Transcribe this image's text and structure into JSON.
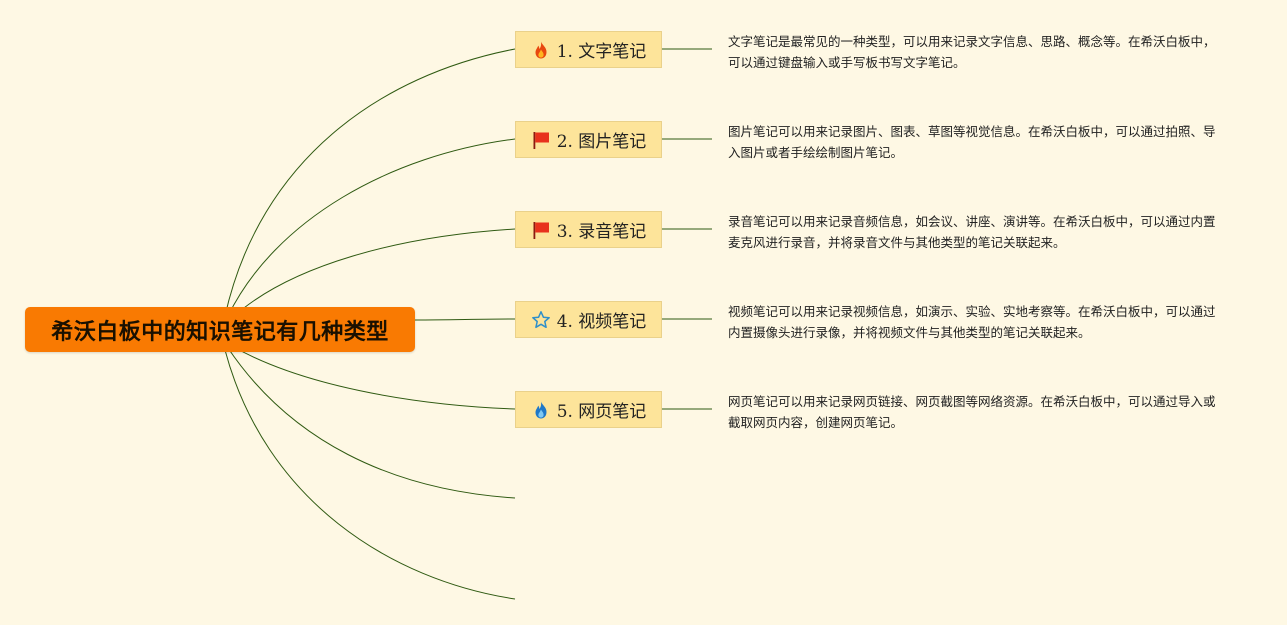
{
  "root": {
    "title": "希沃白板中的知识笔记有几种类型"
  },
  "topics": [
    {
      "label": "1. 文字笔记",
      "icon": "fire-icon",
      "note": "文字笔记是最常见的一种类型，可以用来记录文字信息、思路、概念等。在希沃白板中，可以通过键盘输入或手写板书写文字笔记。"
    },
    {
      "label": "2. 图片笔记",
      "icon": "red-flag-icon",
      "note": "图片笔记可以用来记录图片、图表、草图等视觉信息。在希沃白板中，可以通过拍照、导入图片或者手绘绘制图片笔记。"
    },
    {
      "label": "3. 录音笔记",
      "icon": "red-flag-icon",
      "note": "录音笔记可以用来记录音频信息，如会议、讲座、演讲等。在希沃白板中，可以通过内置麦克风进行录音，并将录音文件与其他类型的笔记关联起来。"
    },
    {
      "label": "4. 视频笔记",
      "icon": "star-outline-icon",
      "note": "视频笔记可以用来记录视频信息，如演示、实验、实地考察等。在希沃白板中，可以通过内置摄像头进行录像，并将视频文件与其他类型的笔记关联起来。"
    },
    {
      "label": "5. 网页笔记",
      "icon": "blue-flame-icon",
      "note": "网页笔记可以用来记录网页链接、网页截图等网络资源。在希沃白板中，可以通过导入或截取网页内容，创建网页笔记。"
    }
  ],
  "colors": {
    "background": "#fef8e4",
    "root_fill": "#f97a02",
    "topic_fill": "#fde49a",
    "connector": "#2f5a12"
  }
}
